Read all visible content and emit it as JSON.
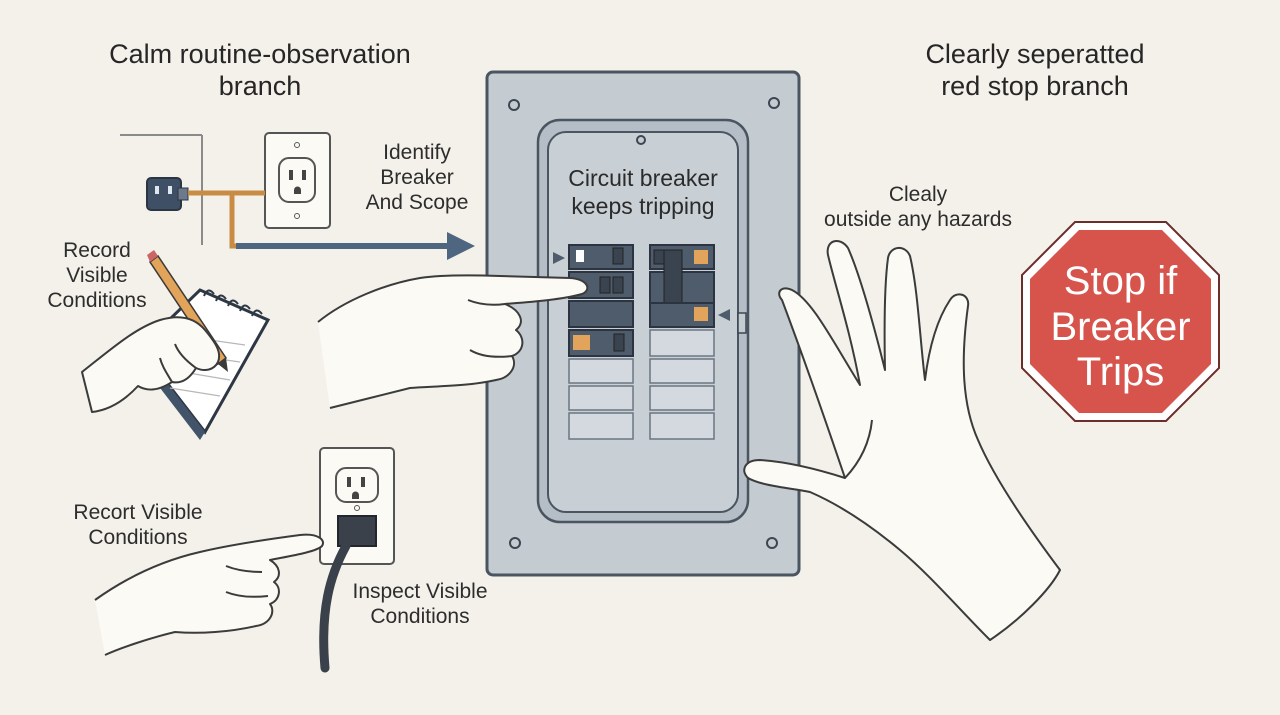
{
  "headings": {
    "left": "Calm routine-observation\nbranch",
    "right": "Clearly seperatted\nred stop branch"
  },
  "steps": {
    "identify_scope": "Identify\nBreaker\nAnd Scope",
    "record_conditions": "Record\nVisible\nConditions",
    "recort_conditions": "Recort Visible\nConditions",
    "inspect_conditions": "Inspect Visible\nConditions",
    "outside_hazards": "Clealy\noutside any hazards"
  },
  "panel": {
    "title": "Circuit breaker\nkeeps tripping"
  },
  "stop_sign": {
    "text": "Stop if\nBreaker\nTrips",
    "color": "#d6544c"
  },
  "colors": {
    "background": "#f3f1ea",
    "panel": "#c4cbd1",
    "breaker_dark": "#4f5c6b",
    "breaker_orange": "#e2a35a",
    "arrow_blue": "#4e6680",
    "wire_orange": "#c98c44"
  }
}
